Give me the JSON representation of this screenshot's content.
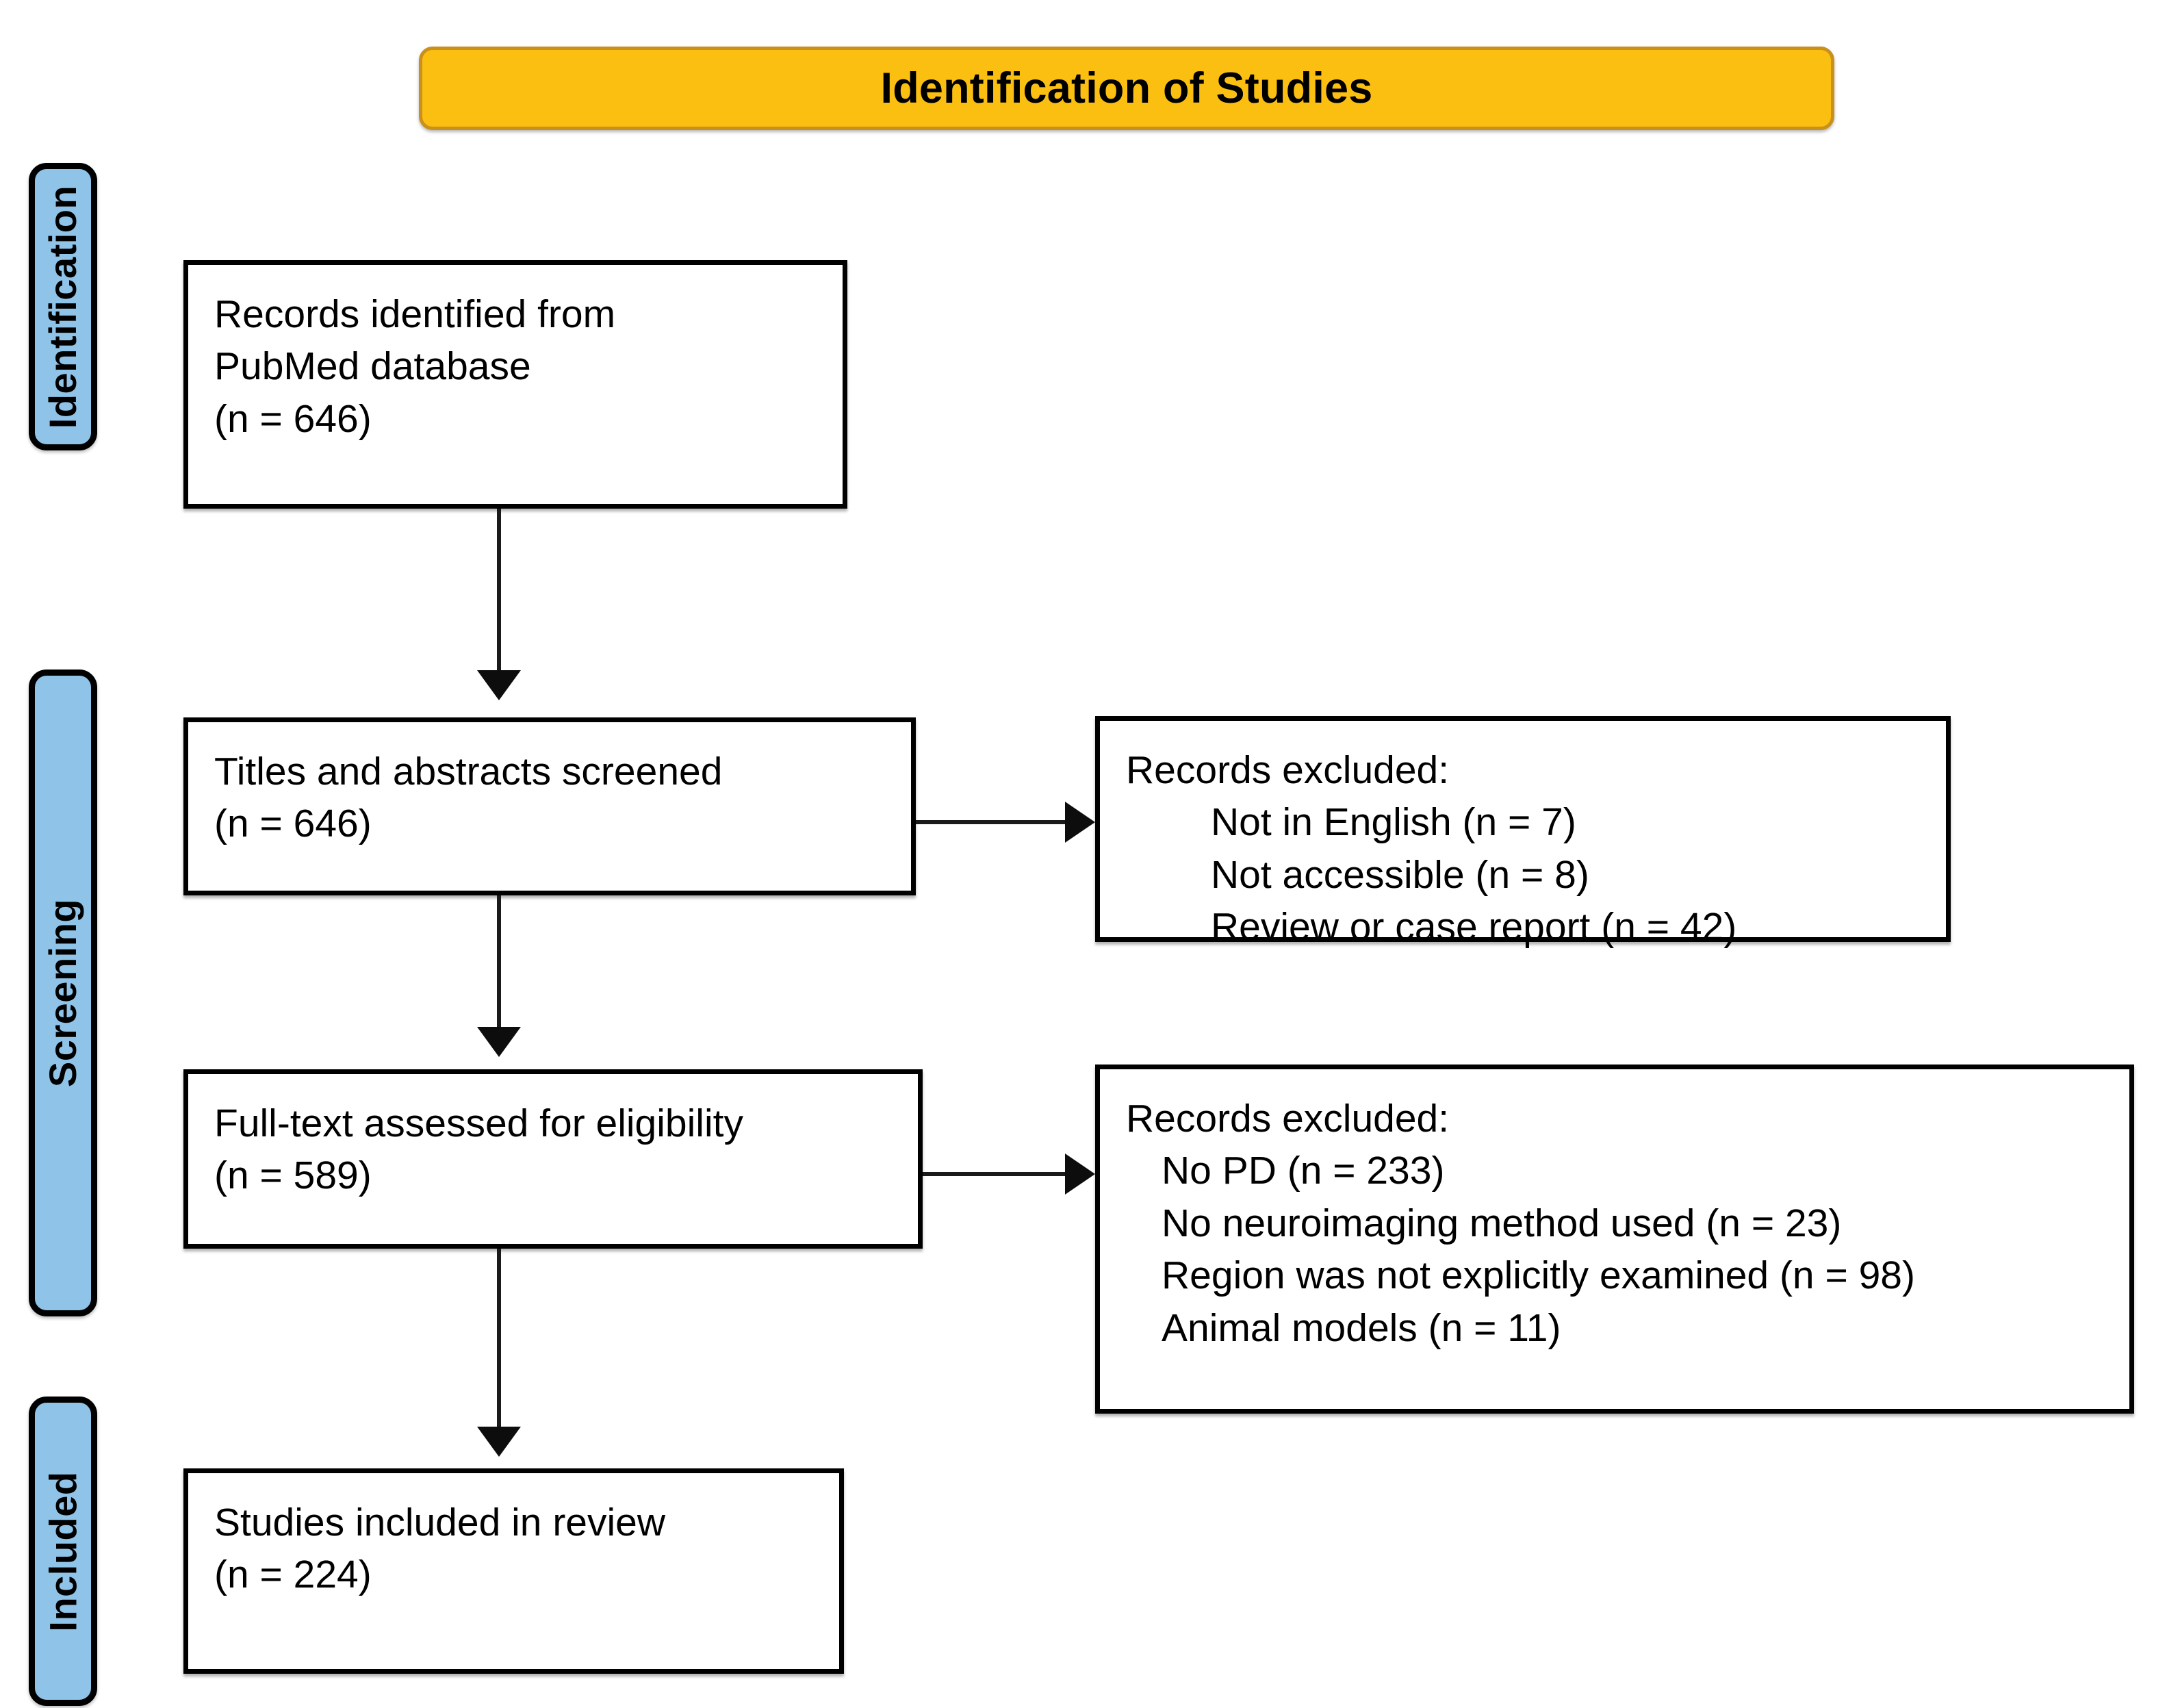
{
  "diagram": {
    "type": "prisma-flow-diagram",
    "title": "Identification of Studies",
    "colors": {
      "title_banner_fill": "#FBBF12",
      "title_banner_border": "#C9901B",
      "stage_tab_fill": "#8FC3E8",
      "box_border": "#000000",
      "box_fill": "#FFFFFF",
      "connector": "#1A1A1A"
    },
    "stages": [
      {
        "label": "Identification"
      },
      {
        "label": "Screening"
      },
      {
        "label": "Included"
      }
    ],
    "nodes": {
      "identified": {
        "lines": [
          "Records identified from",
          "PubMed database",
          "(n = 646)"
        ]
      },
      "screened": {
        "lines": [
          "Titles and abstracts screened",
          "(n = 646)"
        ]
      },
      "excluded_screening": {
        "heading": "Records excluded:",
        "items": [
          "Not in English (n = 7)",
          "Not accessible (n = 8)",
          "Review or case report (n = 42)"
        ]
      },
      "eligibility": {
        "lines": [
          "Full-text assessed for eligibility",
          "(n = 589)"
        ]
      },
      "excluded_eligibility": {
        "heading": "Records excluded:",
        "items": [
          "No PD (n = 233)",
          "No neuroimaging method used (n = 23)",
          "Region was not explicitly examined (n = 98)",
          "Animal models (n = 11)"
        ]
      },
      "included": {
        "lines": [
          "Studies included in review",
          "(n = 224)"
        ]
      }
    },
    "counts": {
      "records_identified": 646,
      "titles_abstracts_screened": 646,
      "excluded_not_english": 7,
      "excluded_not_accessible": 8,
      "excluded_review_or_case_report": 42,
      "full_text_assessed": 589,
      "excluded_no_pd": 233,
      "excluded_no_neuroimaging": 23,
      "excluded_region_not_examined": 98,
      "excluded_animal_models": 11,
      "studies_included": 224
    }
  }
}
